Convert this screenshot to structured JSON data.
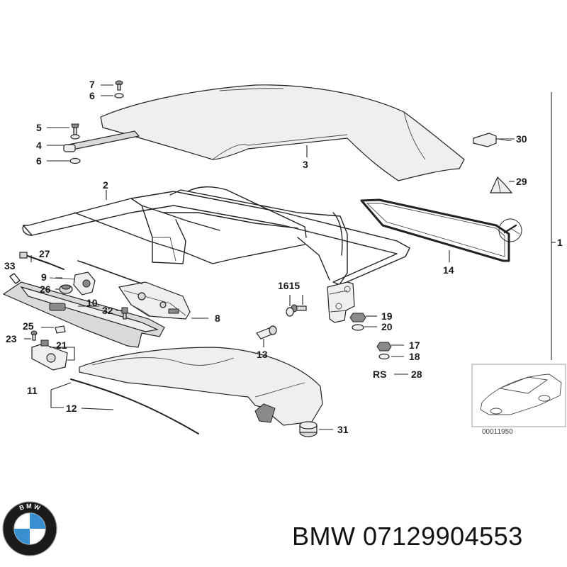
{
  "labels": {
    "l1": "1",
    "l2": "2",
    "l3": "3",
    "l4": "4",
    "l5": "5",
    "l6a": "6",
    "l6b": "6",
    "l7": "7",
    "l8": "8",
    "l9": "9",
    "l10": "10",
    "l11": "11",
    "l12": "12",
    "l13": "13",
    "l14": "14",
    "l1615": "1615",
    "l17": "17",
    "l18": "18",
    "l19": "19",
    "l20": "20",
    "l21": "21",
    "l23": "23",
    "l25": "25",
    "l26": "26",
    "l27": "27",
    "l28": "28",
    "l29": "29",
    "l30": "30",
    "l31": "31",
    "l32": "32",
    "l33": "33",
    "rs": "RS"
  },
  "inset_code": "00011950",
  "footer": {
    "brand_text": "BMW 07129904553"
  },
  "logo": {
    "text": "B M W"
  },
  "colors": {
    "logo_blue": "#3a8fd0",
    "logo_ring": "#1b1b1b"
  }
}
